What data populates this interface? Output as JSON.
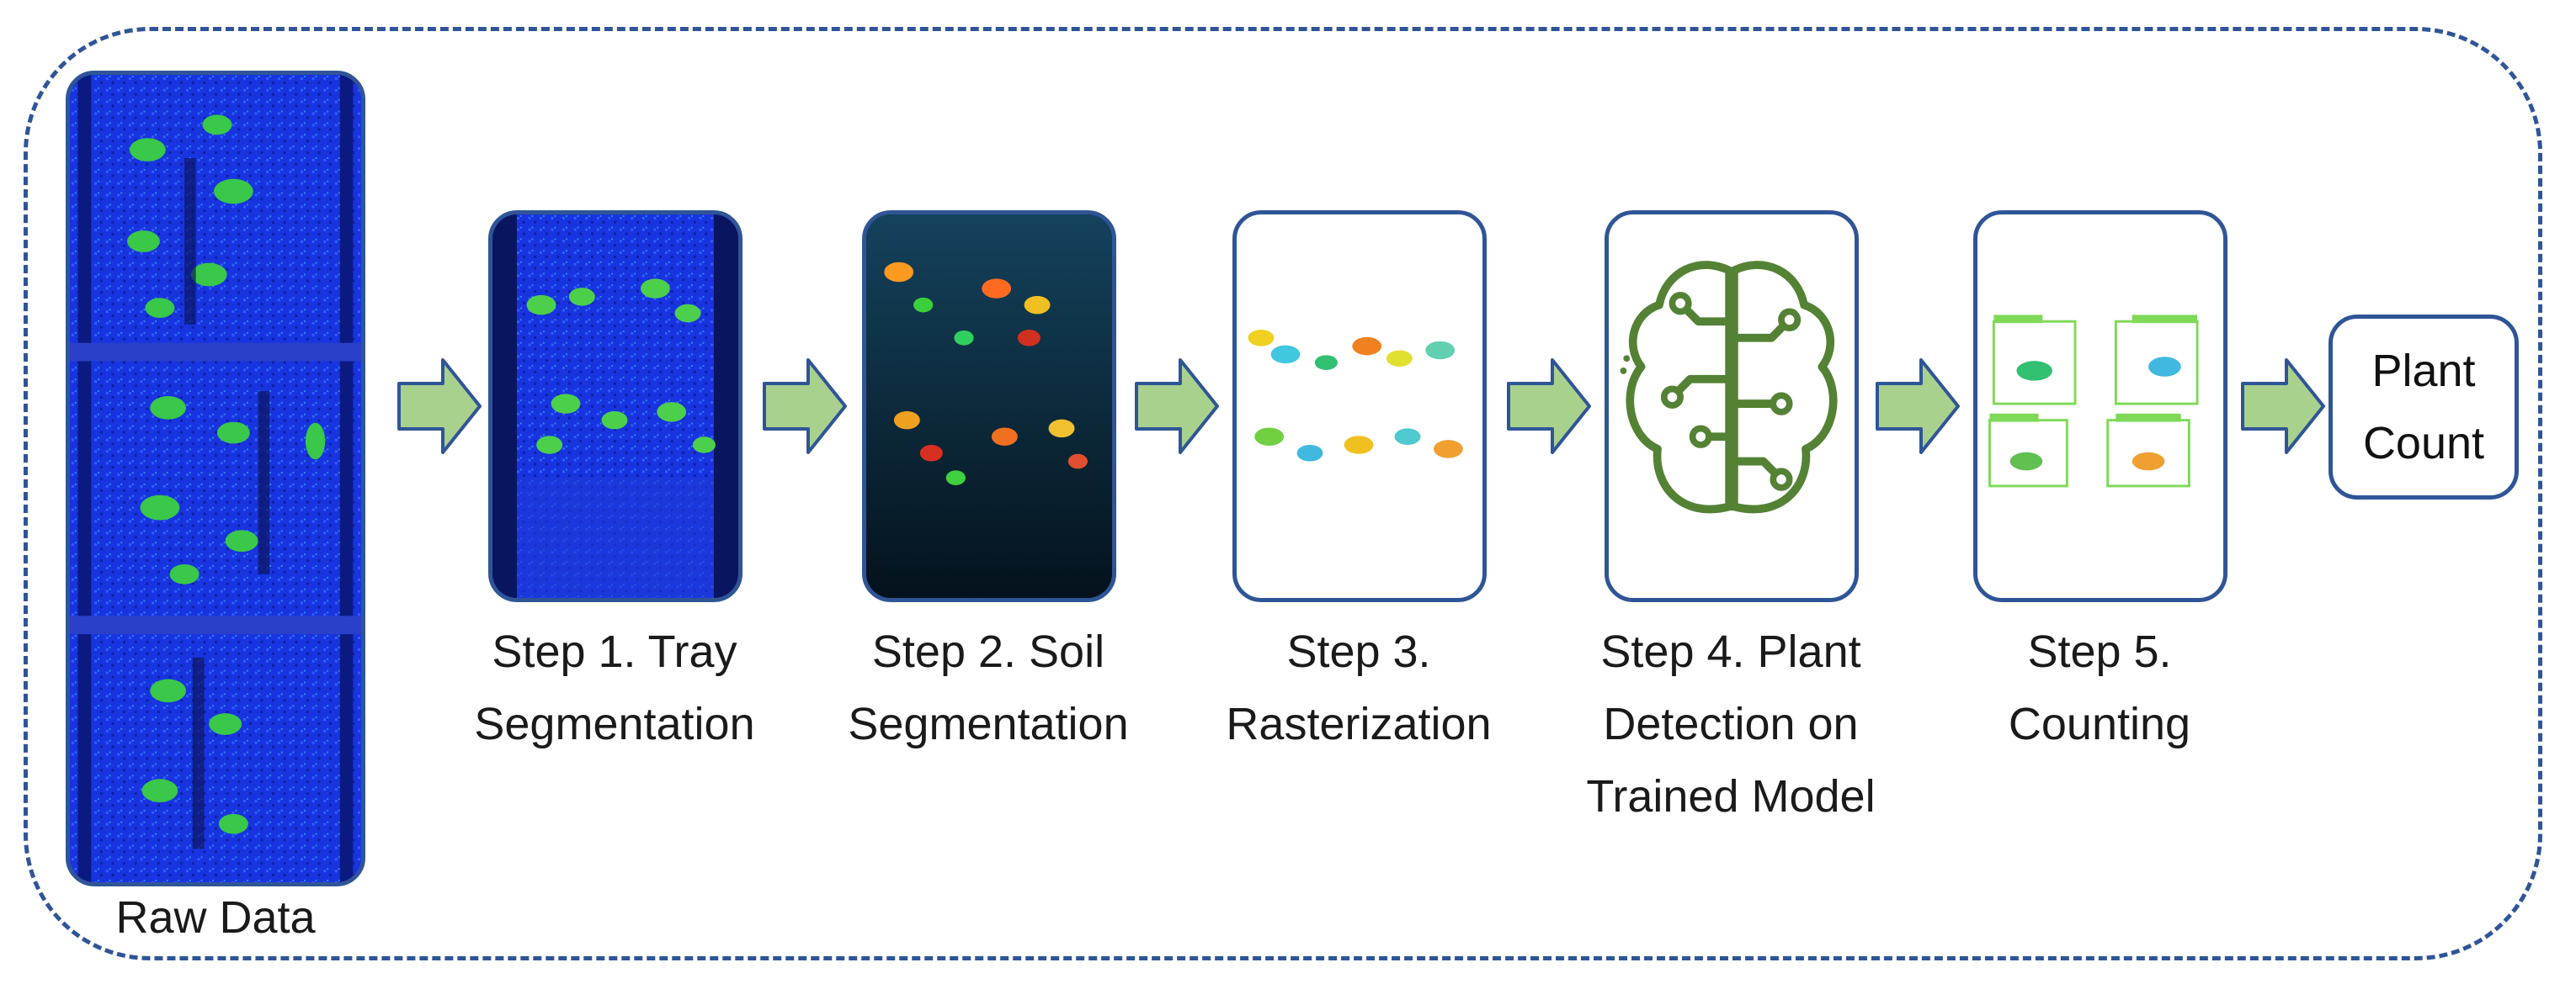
{
  "raw": {
    "label": "Raw Data"
  },
  "steps": [
    {
      "line1": "Step 1. Tray",
      "line2": "Segmentation",
      "line3": ""
    },
    {
      "line1": "Step 2. Soil",
      "line2": "Segmentation",
      "line3": ""
    },
    {
      "line1": "Step 3.",
      "line2": "Rasterization",
      "line3": ""
    },
    {
      "line1": "Step 4. Plant",
      "line2": "Detection on",
      "line3": "Trained Model"
    },
    {
      "line1": "Step 5.",
      "line2": "Counting",
      "line3": ""
    }
  ],
  "result": {
    "line1": "Plant",
    "line2": "Count"
  },
  "colors": {
    "frame": "#2f5597",
    "arrow_fill": "#a9d18e",
    "arrow_stroke": "#2f5597",
    "brain": "#548235"
  }
}
